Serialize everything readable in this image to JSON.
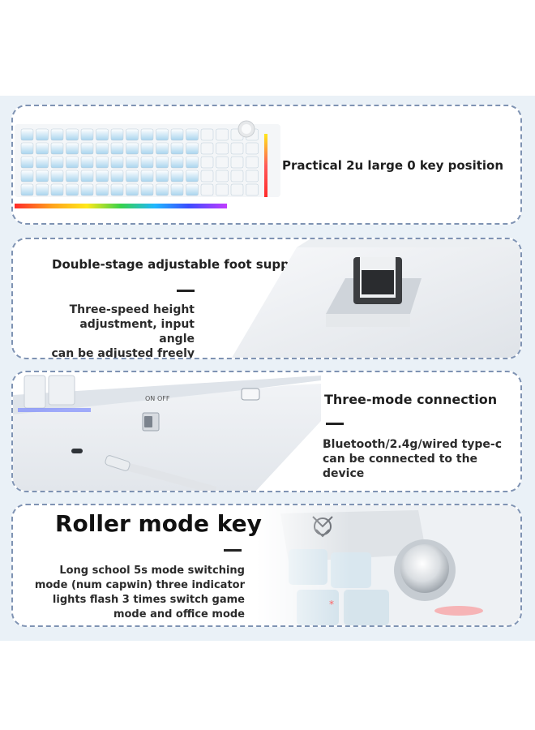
{
  "panel1": {
    "caption": "Practical 2u large 0 key position"
  },
  "panel2": {
    "heading": "Double-stage adjustable foot support",
    "body_lines": [
      "Three-speed height",
      "adjustment, input angle",
      "can be adjusted freely"
    ]
  },
  "panel3": {
    "heading": "Three-mode connection",
    "body_lines": [
      "Bluetooth/2.4g/wired type-c",
      "can be connected to the",
      "device"
    ],
    "switch_on": "ON",
    "switch_off": "OFF"
  },
  "panel4": {
    "heading": "Roller mode key",
    "body_lines": [
      "Long school 5s mode switching",
      "mode (num capwin) three indicator",
      "lights flash 3 times switch game",
      "mode and office mode"
    ]
  },
  "colors": {
    "panel_border": "#7f93b3",
    "background_band": "#eaf1f7",
    "keycap_blue": "#a9d4ee",
    "keycap_white": "#f4f6f8",
    "rgb_strip": [
      "#ff2a2a",
      "#ffa41c",
      "#ffe81a",
      "#37d24a",
      "#1fb7ff",
      "#3b4cff",
      "#c13bff"
    ]
  }
}
